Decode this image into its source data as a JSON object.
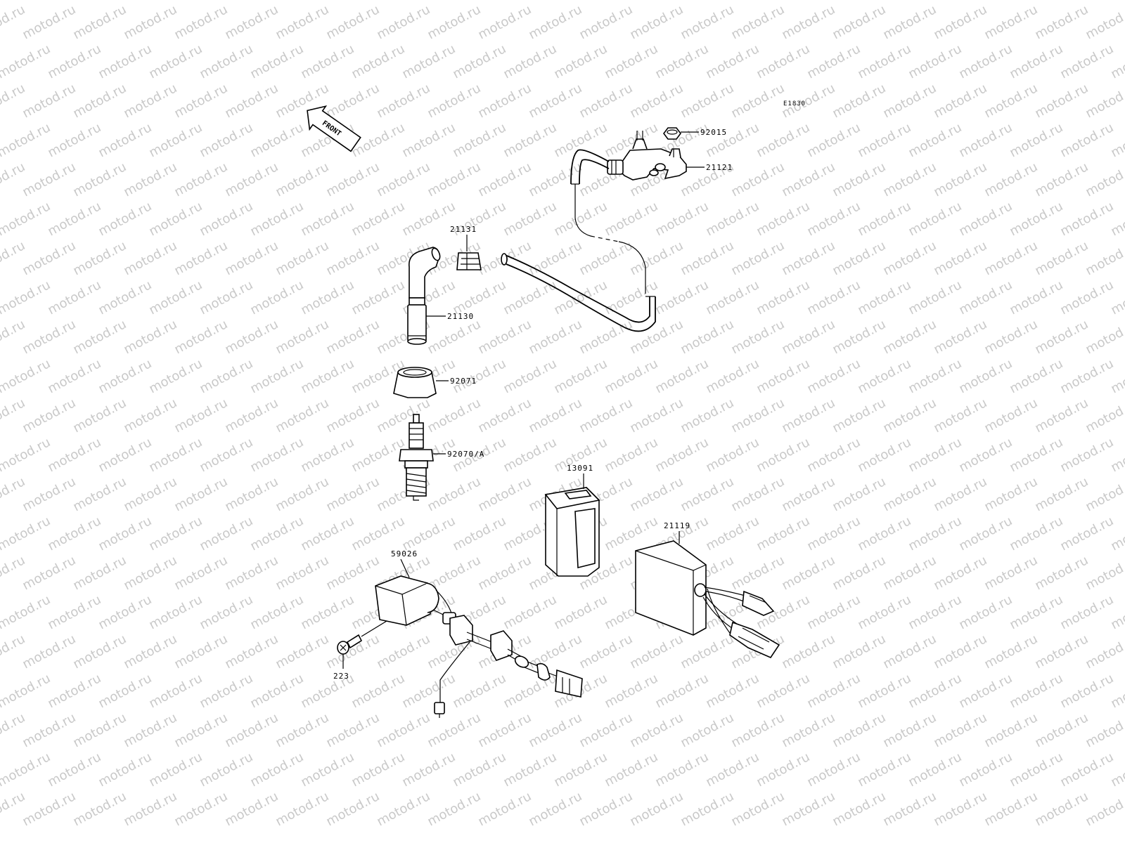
{
  "diagram": {
    "code": "E1830",
    "watermark": "motod.ru",
    "front_arrow_label": "FRONT",
    "colors": {
      "line": "#000000",
      "watermark": "#c9c9c9",
      "background": "#ffffff"
    },
    "parts": [
      {
        "id": "92015",
        "label": "92015",
        "icon": "nut-icon"
      },
      {
        "id": "21121",
        "label": "21121",
        "icon": "ignition-coil-icon"
      },
      {
        "id": "21131",
        "label": "21131",
        "icon": "grommet-icon"
      },
      {
        "id": "21130",
        "label": "21130",
        "icon": "plug-cap-icon"
      },
      {
        "id": "92071",
        "label": "92071",
        "icon": "boot-icon"
      },
      {
        "id": "92070",
        "label": "92070/A",
        "icon": "spark-plug-icon"
      },
      {
        "id": "13091",
        "label": "13091",
        "icon": "holder-icon"
      },
      {
        "id": "21119",
        "label": "21119",
        "icon": "igniter-icon"
      },
      {
        "id": "59026",
        "label": "59026",
        "icon": "relay-harness-icon"
      },
      {
        "id": "223",
        "label": "223",
        "icon": "screw-icon"
      }
    ]
  }
}
